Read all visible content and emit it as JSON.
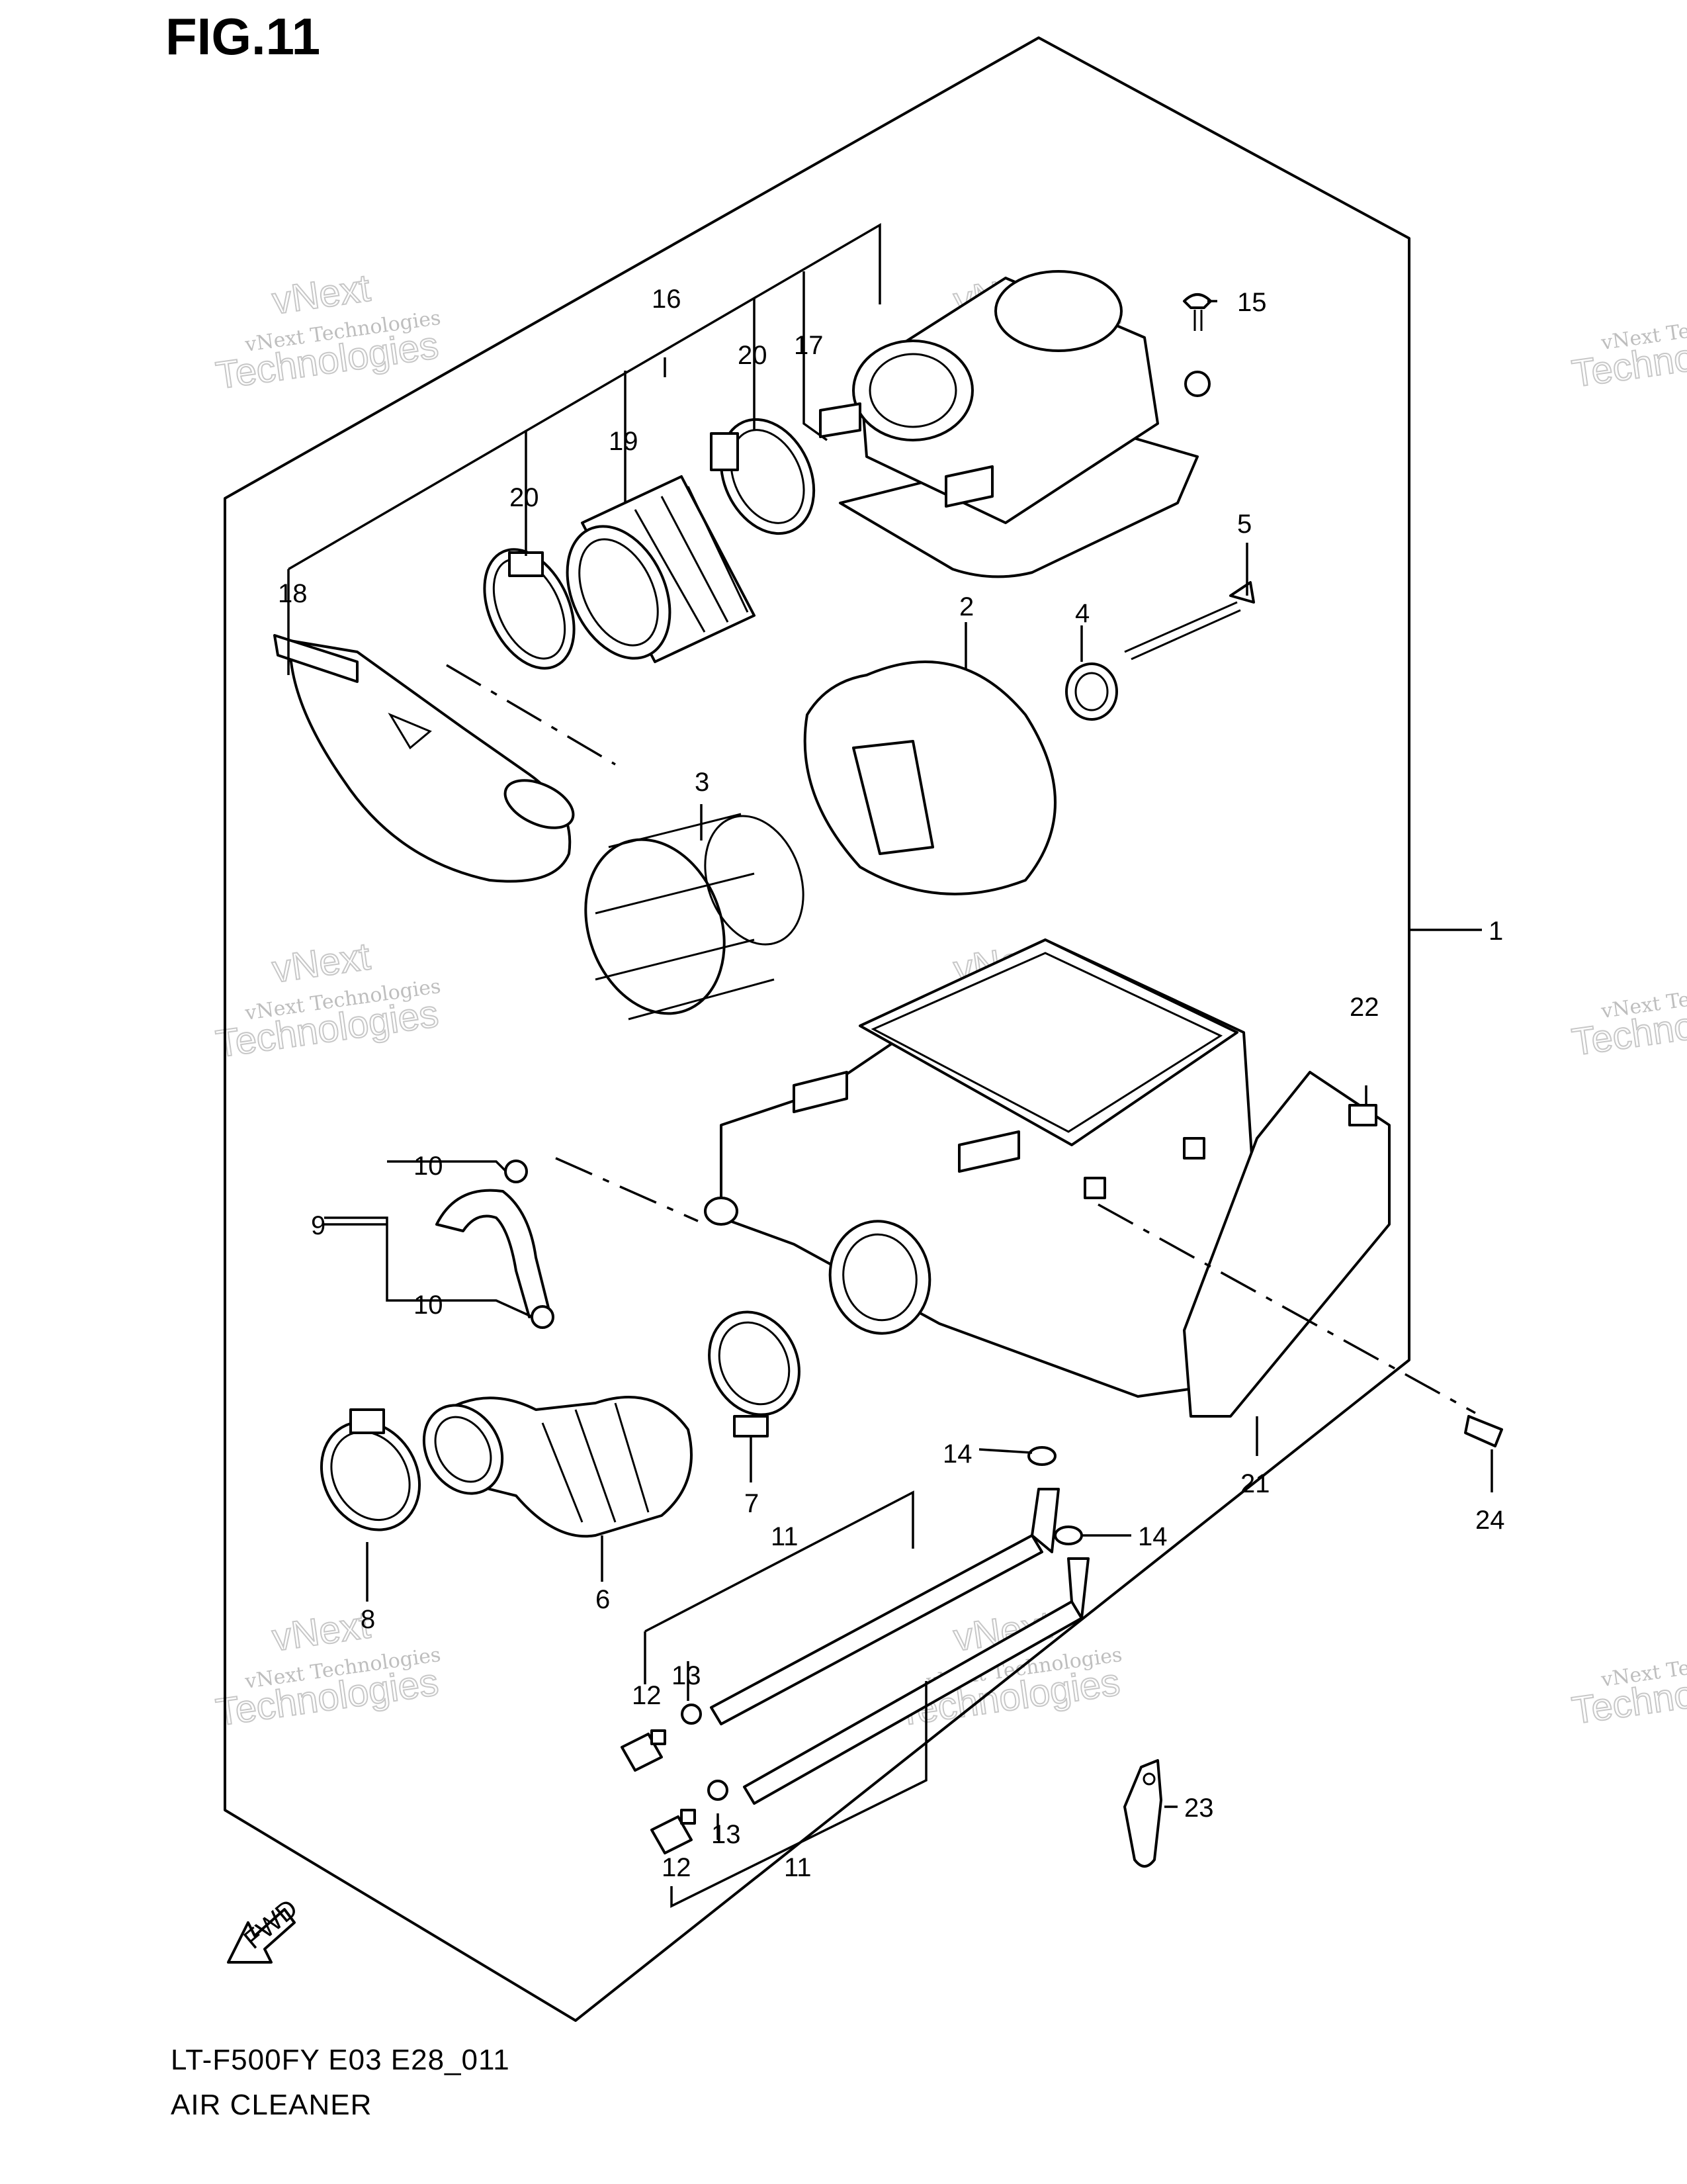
{
  "figure": {
    "title": "FIG.11"
  },
  "footer": {
    "model_code": "LT-F500FY E03 E28_011",
    "assembly_name": "AIR CLEANER"
  },
  "fwd_label": "FWD",
  "watermark": {
    "line1": "vNext Technologies",
    "line2": "Technologies",
    "line3": "vNext"
  },
  "callouts": {
    "c1": "1",
    "c2": "2",
    "c3": "3",
    "c4": "4",
    "c5": "5",
    "c6": "6",
    "c7": "7",
    "c8": "8",
    "c9": "9",
    "c10a": "10",
    "c10b": "10",
    "c11a": "11",
    "c11b": "11",
    "c12a": "12",
    "c12b": "12",
    "c13a": "13",
    "c13b": "13",
    "c14a": "14",
    "c14b": "14",
    "c15": "15",
    "c16": "16",
    "c17": "17",
    "c18": "18",
    "c19": "19",
    "c20a": "20",
    "c20b": "20",
    "c21": "21",
    "c22": "22",
    "c23": "23",
    "c24": "24"
  }
}
